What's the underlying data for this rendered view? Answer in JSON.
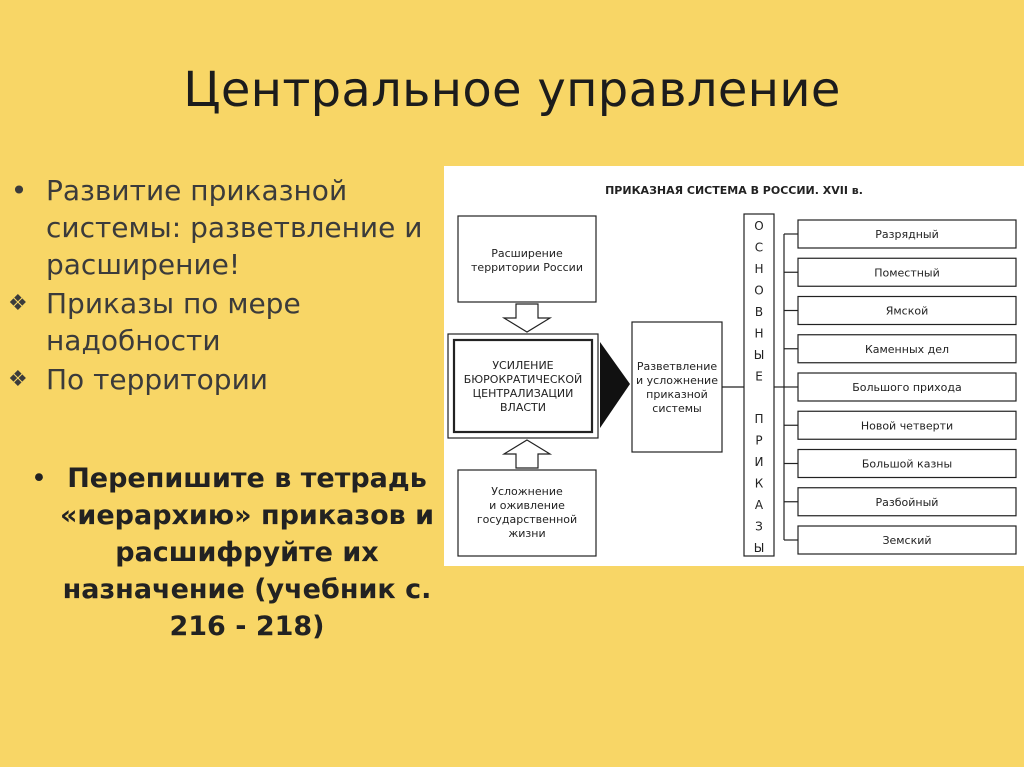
{
  "slide": {
    "title": "Центральное управление",
    "bullets": [
      {
        "marker": "•",
        "text": "Развитие приказной системы: разветвление и расширение!"
      },
      {
        "marker": "❖",
        "text": "Приказы по мере надобности"
      },
      {
        "marker": "❖",
        "text": "По территории"
      }
    ],
    "task": {
      "marker": "•",
      "text": "Перепишите в тетрадь «иерархию» приказов и расшифруйте их назначение (учебник с. 216 - 218)"
    }
  },
  "diagram": {
    "title": "ПРИКАЗНАЯ СИСТЕМА В РОССИИ. XVII в.",
    "box_top": [
      "Расширение",
      "территории России"
    ],
    "box_center": [
      "УСИЛЕНИЕ",
      "БЮРОКРАТИЧЕСКОЙ",
      "ЦЕНТРАЛИЗАЦИИ",
      "ВЛАСТИ"
    ],
    "box_bottom": [
      "Усложнение",
      "и оживление",
      "государственной",
      "жизни"
    ],
    "box_right": [
      "Разветвление",
      "и усложнение",
      "приказной",
      "системы"
    ],
    "vertical_letters": [
      "О",
      "С",
      "Н",
      "О",
      "В",
      "Н",
      "Ы",
      "Е",
      "",
      "П",
      "Р",
      "И",
      "К",
      "А",
      "З",
      "Ы"
    ],
    "prikazy": [
      "Разрядный",
      "Поместный",
      "Ямской",
      "Каменных дел",
      "Большого прихода",
      "Новой четверти",
      "Большой казны",
      "Разбойный",
      "Земский"
    ]
  }
}
